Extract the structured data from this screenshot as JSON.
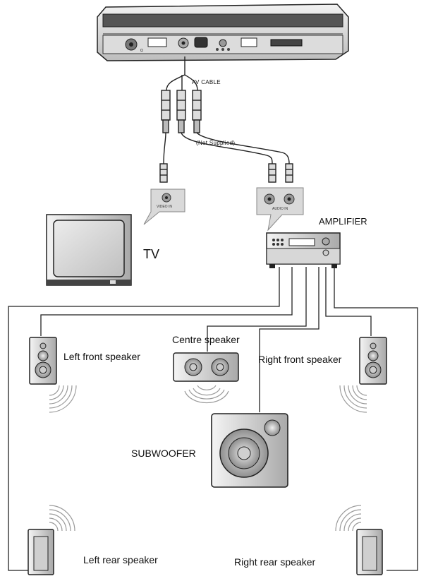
{
  "diagram": {
    "labels": {
      "av_cable": "AV CABLE",
      "not_supplied": "(Not Supplied)",
      "amplifier": "AMPLIFIER",
      "tv": "TV",
      "left_front_speaker": "Left front speaker",
      "centre_speaker": "Centre speaker",
      "right_front_speaker": "Right front speaker",
      "subwoofer": "SUBWOOFER",
      "left_rear_speaker": "Left rear speaker",
      "right_rear_speaker": "Right rear speaker",
      "video_in": "VIDEO IN",
      "audio_in": "AUDIO IN"
    },
    "colors": {
      "line": "#222222",
      "device_fill": "#e6e6e6",
      "device_dark": "#8a8a8a",
      "screen": "#d4d4d4",
      "wave": "#9a9a9a"
    }
  }
}
